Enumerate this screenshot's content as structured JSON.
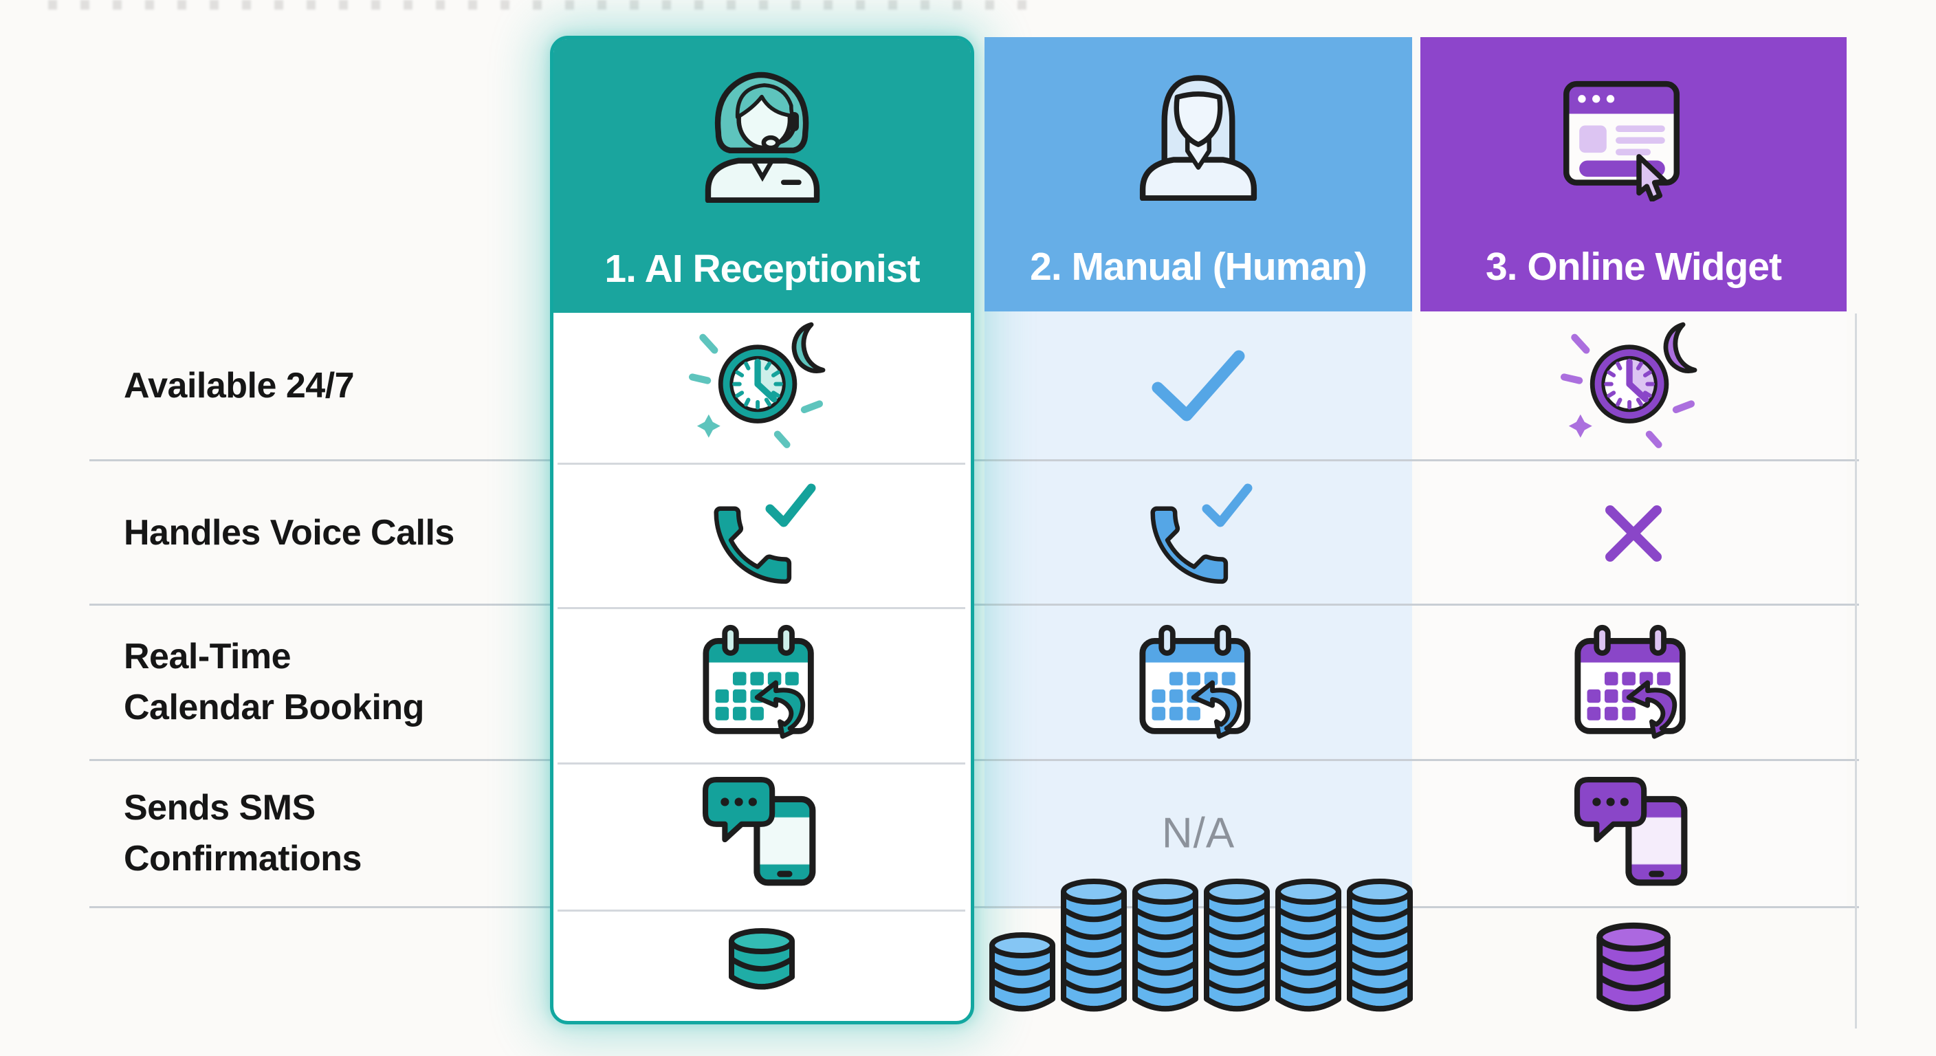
{
  "page": {
    "background_color": "#FBFAF8"
  },
  "table": {
    "columns": [
      {
        "label": "1. AI Receptionist",
        "header_color": "#1AA59E",
        "accent": "#14A29B",
        "icon": "receptionist-headset-icon",
        "highlighted": true
      },
      {
        "label": "2. Manual (Human)",
        "header_color": "#66AEE7",
        "accent": "#55A6E6",
        "icon": "woman-silhouette-icon",
        "highlighted": false
      },
      {
        "label": "3. Online Widget",
        "header_color": "#8D45CB",
        "accent": "#8A46C8",
        "icon": "browser-widget-cursor-icon",
        "highlighted": false
      }
    ],
    "rows": [
      {
        "label": "Available 24/7",
        "cells": [
          {
            "icon": "clock-moon-icon"
          },
          {
            "icon": "checkmark-icon"
          },
          {
            "icon": "clock-moon-icon"
          }
        ]
      },
      {
        "label": "Handles Voice Calls",
        "cells": [
          {
            "icon": "phone-check-icon"
          },
          {
            "icon": "phone-check-icon"
          },
          {
            "icon": "cross-icon"
          }
        ]
      },
      {
        "label": "Real-Time\nCalendar Booking",
        "cells": [
          {
            "icon": "calendar-booking-icon"
          },
          {
            "icon": "calendar-booking-icon"
          },
          {
            "icon": "calendar-booking-icon"
          }
        ]
      },
      {
        "label": "Sends SMS\nConfirmations",
        "cells": [
          {
            "icon": "sms-phone-icon"
          },
          {
            "text": "N/A"
          },
          {
            "icon": "sms-phone-icon"
          }
        ]
      },
      {
        "label": "",
        "cells": [
          {
            "icon": "coin-stack-icon",
            "stacks": [
              3
            ]
          },
          {
            "icon": "coin-stack-icon",
            "stacks": [
              4,
              7,
              7,
              7,
              7,
              7
            ]
          },
          {
            "icon": "coin-stack-icon",
            "stacks": [
              4
            ]
          }
        ]
      }
    ],
    "na_color": "#8C929B",
    "divider_color": "#C9CED4"
  }
}
